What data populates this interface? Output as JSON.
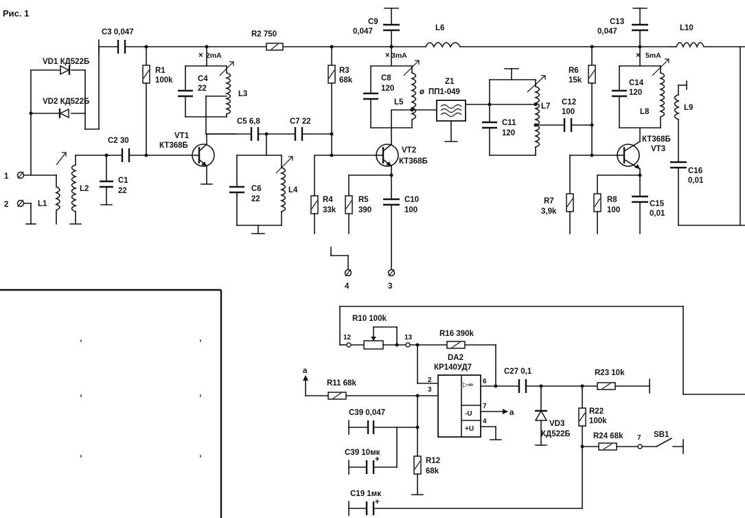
{
  "figure": {
    "title": "Рис. 1"
  },
  "components": {
    "C3": "C3 0,047",
    "R2": "R2 750",
    "C9_name": "C9",
    "C9_val": "0,047",
    "L6": "L6",
    "C13_name": "C13",
    "C13_val": "0,047",
    "L10": "L10",
    "VD1": "VD1 КД522Б",
    "VD2": "VD2 КД522Б",
    "R1_name": "R1",
    "R1_val": "100k",
    "C4_name": "C4",
    "C4_val": "22",
    "L3": "L3",
    "R3_name": "R3",
    "R3_val": "68k",
    "C8_name": "C8",
    "C8_val": "120",
    "L5": "L5",
    "Z1_name": "Z1",
    "Z1_val": "ПП1-049",
    "L7": "L7",
    "C11_name": "C11",
    "C11_val": "120",
    "C12_name": "C12",
    "C12_val": "100",
    "R6_name": "R6",
    "R6_val": "15k",
    "C14_name": "C14",
    "C14_val": "120",
    "L8": "L8",
    "L9": "L9",
    "VT1_name": "VT1",
    "VT1_type": "КТ368Б",
    "C5": "C5 6,8",
    "C7": "C7 22",
    "VT2_name": "VT2",
    "VT2_type": "КТ368Б",
    "VT3_name": "VT3",
    "VT3_type": "КТ368Б",
    "C2": "C2 30",
    "C1_name": "C1",
    "C1_val": "22",
    "L1": "L1",
    "L2": "L2",
    "C6_name": "C6",
    "C6_val": "22",
    "L4": "L4",
    "R4_name": "R4",
    "R4_val": "33k",
    "R5_name": "R5",
    "R5_val": "390",
    "C10_name": "C10",
    "C10_val": "100",
    "R7_name": "R7",
    "R7_val": "3,9k",
    "R8_name": "R8",
    "R8_val": "100",
    "C15_name": "C15",
    "C15_val": "0,01",
    "C16_name": "C16",
    "C16_val": "0,01",
    "R10": "R10 100k",
    "R16": "R16 390k",
    "DA2_name": "DA2",
    "DA2_type": "КР140УД7",
    "C27": "C27 0,1",
    "R23": "R23 10k",
    "R11": "R11 68k",
    "R22_name": "R22",
    "R22_val": "100k",
    "VD3_name": "VD3",
    "VD3_type": "КД522Б",
    "R24": "R24 68k",
    "SB1": "SB1",
    "C39a": "C39 0,047",
    "C39b": "C39 10мк",
    "R12_name": "R12",
    "R12_val": "68k",
    "C19": "C19 1мк"
  },
  "currents": {
    "vt1": "2mA",
    "vt2": "3mA",
    "vt3": "5mA"
  },
  "terminals": {
    "t1": "1",
    "t2": "2",
    "t3": "3",
    "t4": "4",
    "p12": "12",
    "p13": "13",
    "p7": "7",
    "aIn": "a",
    "aOut": "a"
  },
  "opamp": {
    "inv": "2",
    "noninv": "3",
    "out": "6",
    "pin7": "7",
    "pin4": "4",
    "infinity": "▷∞",
    "vneg": "-U",
    "vpos": "+U"
  },
  "cap_plus": "+"
}
